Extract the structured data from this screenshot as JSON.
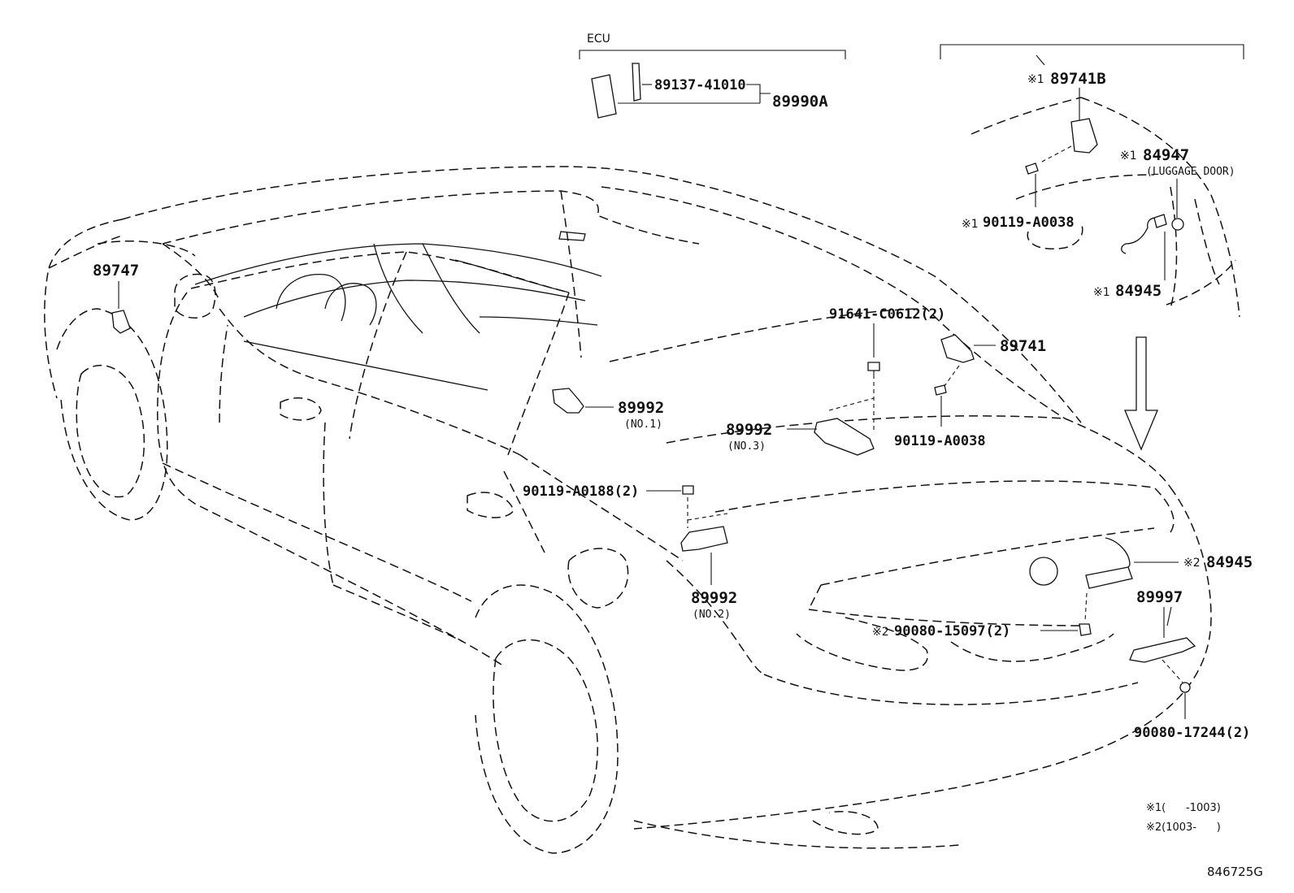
{
  "ecu_group": {
    "label": "ECU",
    "sub_part": "89137-41010",
    "assembly": "89990A"
  },
  "parts": {
    "p89747": "89747",
    "p89741B": "89741B",
    "p84947": "84947",
    "p84947_note": "(LUGGAGE DOOR)",
    "p90119_A0038_top": "90119-A0038",
    "p84945_top": "84945",
    "p91641": "91641-C0612(2)",
    "p89741": "89741",
    "p90119_A0038_mid": "90119-A0038",
    "p89992_no1": "89992",
    "p89992_no1_note": "(NO.1)",
    "p89992_no3": "89992",
    "p89992_no3_note": "(NO.3)",
    "p90119_A0188": "90119-A0188(2)",
    "p89992_no2": "89992",
    "p89992_no2_note": "(NO.2)",
    "p84945_bottom": "84945",
    "p89997": "89997",
    "p90080_15097": "90080-15097(2)",
    "p90080_17244": "90080-17244(2)"
  },
  "marks": {
    "m1": "※1",
    "m2": "※2"
  },
  "legend": {
    "line1": "※1(      -1003)",
    "line2": "※2(1003-      )"
  },
  "drawing_code": "846725G"
}
